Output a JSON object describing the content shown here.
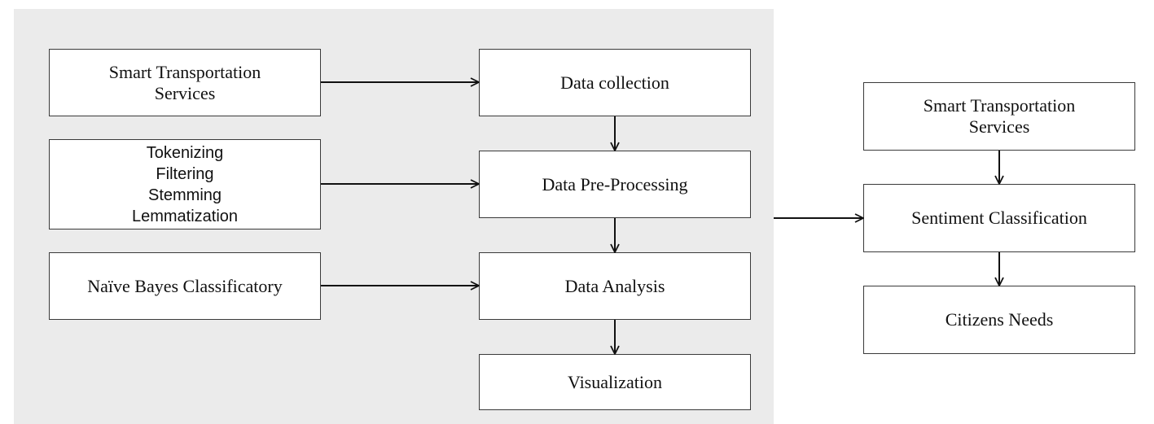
{
  "left_inputs": {
    "smart_transport": [
      "Smart Transportation",
      "Services"
    ],
    "preprocessing_steps": [
      "Tokenizing",
      "Filtering",
      "Stemming",
      "Lemmatization"
    ],
    "classifier": "Naïve Bayes Classificatory"
  },
  "pipeline": {
    "data_collection": "Data collection",
    "data_preprocessing": "Data Pre-Processing",
    "data_analysis": "Data Analysis",
    "visualization": "Visualization"
  },
  "right_flow": {
    "smart_transport": [
      "Smart Transportation",
      "Services"
    ],
    "sentiment_classification": "Sentiment Classification",
    "citizens_needs": "Citizens Needs"
  }
}
